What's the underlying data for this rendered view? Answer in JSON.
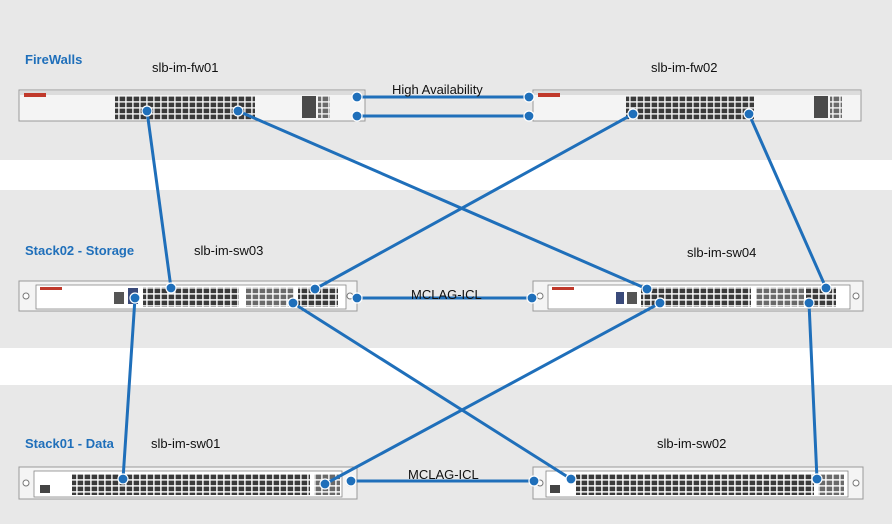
{
  "tiers": {
    "firewalls": "FireWalls",
    "storage": "Stack02 - Storage",
    "data": "Stack01 - Data"
  },
  "devices": {
    "fw01": "slb-im-fw01",
    "fw02": "slb-im-fw02",
    "sw03": "slb-im-sw03",
    "sw04": "slb-im-sw04",
    "sw01": "slb-im-sw01",
    "sw02": "slb-im-sw02"
  },
  "links": {
    "ha": "High Availability",
    "icl_storage": "MCLAG-ICL",
    "icl_data": "MCLAG-ICL"
  },
  "colors": {
    "band": "#e8e8e8",
    "link": "#1f6fba",
    "device_body": "#f4f4f4",
    "port": "#333333"
  }
}
